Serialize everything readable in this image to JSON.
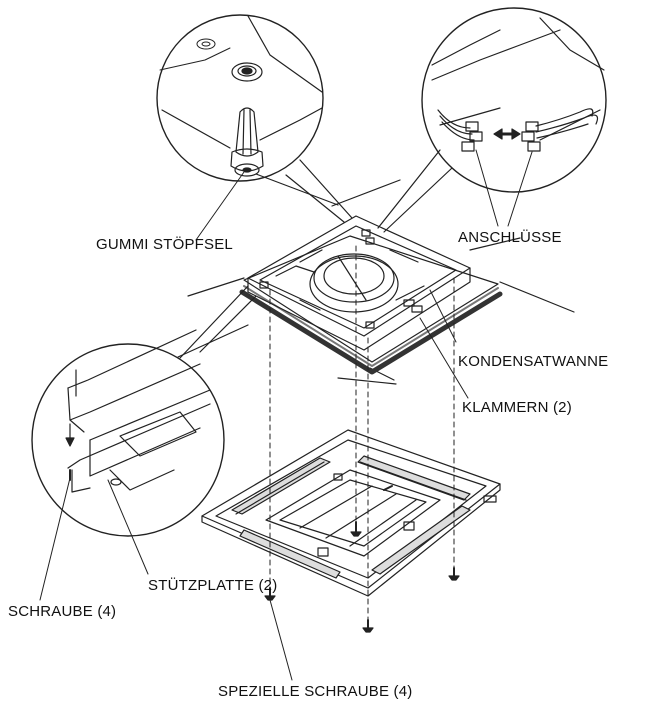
{
  "labels": {
    "gummi_stopfsel": "GUMMI STÖPFSEL",
    "anschlusse": "ANSCHLÜSSE",
    "kondensatwanne": "KONDENSATWANNE",
    "klammern": "KLAMMERN (2)",
    "stutzplatte": "STÜTZPLATTE (2)",
    "schraube": "SCHRAUBE (4)",
    "spezielle_schraube": "SPEZIELLE SCHRAUBE (4)"
  }
}
